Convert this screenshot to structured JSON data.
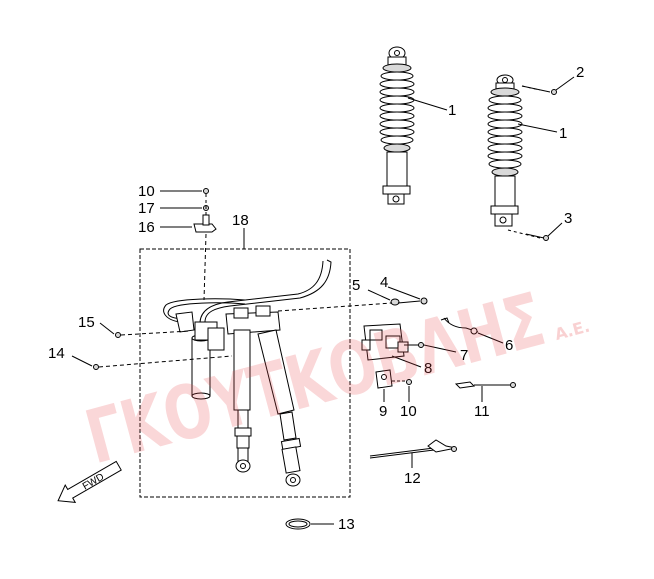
{
  "callouts": {
    "c1a": "1",
    "c1b": "1",
    "c2": "2",
    "c3": "3",
    "c4": "4",
    "c5": "5",
    "c6": "6",
    "c7": "7",
    "c8": "8",
    "c9": "9",
    "c10a": "10",
    "c10b": "10",
    "c11": "11",
    "c12": "12",
    "c13": "13",
    "c14": "14",
    "c15": "15",
    "c16": "16",
    "c17": "17",
    "c18": "18"
  },
  "fwd_label": "FWD",
  "watermark": {
    "main": "ΓΚΟΥΤΚΟΒΛΗΣ",
    "suffix": "Α.Ε."
  },
  "colors": {
    "watermark": "#e8474d",
    "lines": "#000000"
  }
}
